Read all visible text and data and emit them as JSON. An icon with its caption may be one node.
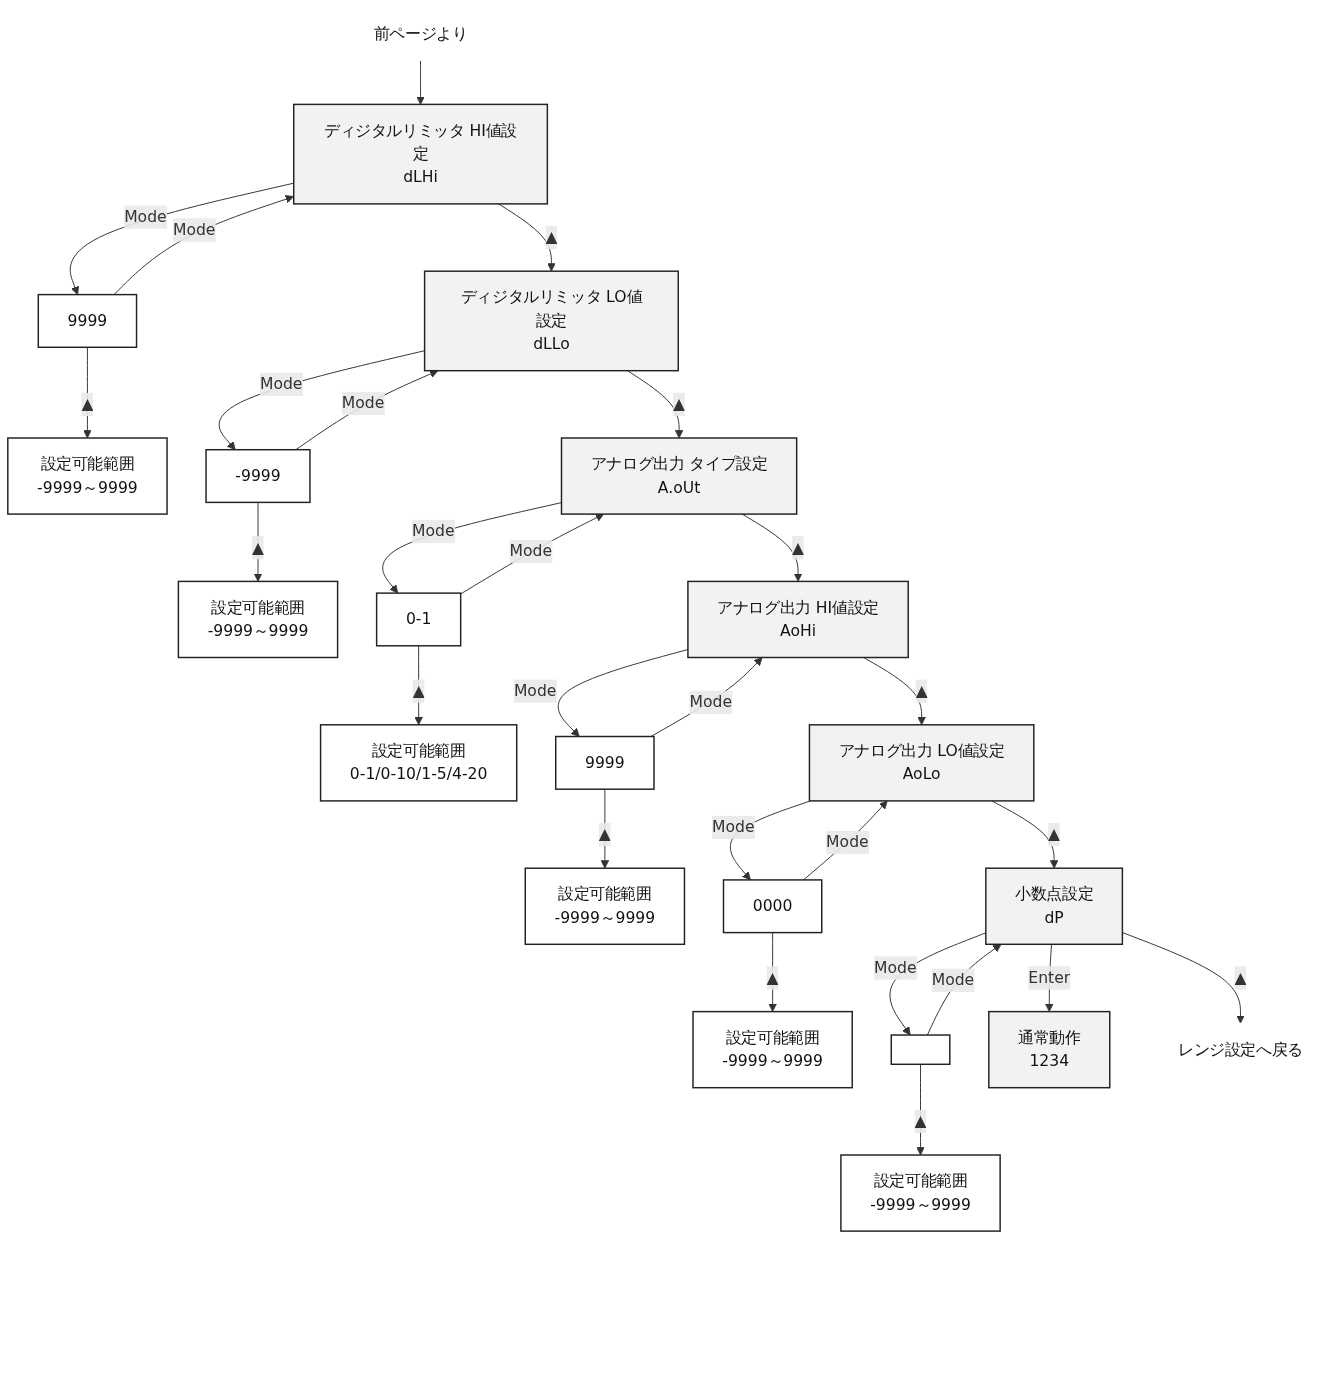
{
  "diagram": {
    "nodes": [
      {
        "text": [
          "前ページより"
        ]
      },
      {
        "text": [
          "ディジタルリミッタ HI値設定",
          "dLHi"
        ]
      },
      {
        "text": [
          "9999"
        ]
      },
      {
        "text": [
          "設定可能範囲",
          "-9999～9999"
        ]
      },
      {
        "text": [
          "ディジタルリミッタ LO値設定",
          "dLLo"
        ]
      },
      {
        "text": [
          "-9999"
        ]
      },
      {
        "text": [
          "設定可能範囲",
          "-9999～9999"
        ]
      },
      {
        "text": [
          "アナログ出力 タイプ設定",
          "A.oUt"
        ]
      },
      {
        "text": [
          "0-1"
        ]
      },
      {
        "text": [
          "設定可能範囲",
          "0-1/0-10/1-5/4-20"
        ]
      },
      {
        "text": [
          "アナログ出力 HI値設定",
          "AoHi"
        ]
      },
      {
        "text": [
          "9999"
        ]
      },
      {
        "text": [
          "設定可能範囲",
          "-9999～9999"
        ]
      },
      {
        "text": [
          "アナログ出力 LO値設定",
          "AoLo"
        ]
      },
      {
        "text": [
          "0000"
        ]
      },
      {
        "text": [
          "設定可能範囲",
          "-9999～9999"
        ]
      },
      {
        "text": [
          "小数点設定",
          "dP"
        ]
      },
      {
        "text": [],
        "shape": "box"
      },
      {
        "text": [
          "設定可能範囲",
          "-9999～9999"
        ]
      },
      {
        "text": [
          "通常動作",
          "1234"
        ]
      },
      {
        "text": [
          "レンジ設定へ戻る"
        ]
      }
    ],
    "edges": [
      {
        "from": 0,
        "to": 1,
        "arrow": "to"
      },
      {
        "from": 1,
        "to": 2,
        "arrow": "to",
        "label": "Mode"
      },
      {
        "from": 2,
        "to": 1,
        "arrow": "to",
        "label": "Mode"
      },
      {
        "from": 2,
        "to": 3,
        "arrow": "to",
        "label": "▲"
      },
      {
        "from": 1,
        "to": 4,
        "arrow": "to",
        "label": "▲"
      },
      {
        "from": 4,
        "to": 5,
        "arrow": "to",
        "label": "Mode"
      },
      {
        "from": 5,
        "to": 4,
        "arrow": "to",
        "label": "Mode"
      },
      {
        "from": 5,
        "to": 6,
        "arrow": "to",
        "label": "▲"
      },
      {
        "from": 4,
        "to": 7,
        "arrow": "to",
        "label": "▲"
      },
      {
        "from": 7,
        "to": 8,
        "arrow": "to",
        "label": "Mode"
      },
      {
        "from": 8,
        "to": 7,
        "arrow": "to",
        "label": "Mode"
      },
      {
        "from": 8,
        "to": 9,
        "arrow": "to",
        "label": "▲"
      },
      {
        "from": 7,
        "to": 10,
        "arrow": "to",
        "label": "▲"
      },
      {
        "from": 10,
        "to": 11,
        "arrow": "to",
        "label": "Mode"
      },
      {
        "from": 11,
        "to": 10,
        "arrow": "to",
        "label": "Mode"
      },
      {
        "from": 11,
        "to": 12,
        "arrow": "to",
        "label": "▲"
      },
      {
        "from": 10,
        "to": 13,
        "arrow": "to",
        "label": "▲"
      },
      {
        "from": 13,
        "to": 14,
        "arrow": "to",
        "label": "Mode"
      },
      {
        "from": 14,
        "to": 13,
        "arrow": "to",
        "label": "Mode"
      },
      {
        "from": 14,
        "to": 15,
        "arrow": "to",
        "label": "▲"
      },
      {
        "from": 13,
        "to": 16,
        "arrow": "to",
        "label": "▲"
      },
      {
        "from": 16,
        "to": 17,
        "arrow": "to",
        "label": "Mode"
      },
      {
        "from": 17,
        "to": 16,
        "arrow": "to",
        "label": "Mode"
      },
      {
        "from": 17,
        "to": 18,
        "arrow": "to",
        "label": "▲"
      },
      {
        "from": 16,
        "to": 19,
        "arrow": "to",
        "label": "Enter"
      },
      {
        "from": 16,
        "to": 20,
        "arrow": "to",
        "label": "▲"
      }
    ]
  }
}
